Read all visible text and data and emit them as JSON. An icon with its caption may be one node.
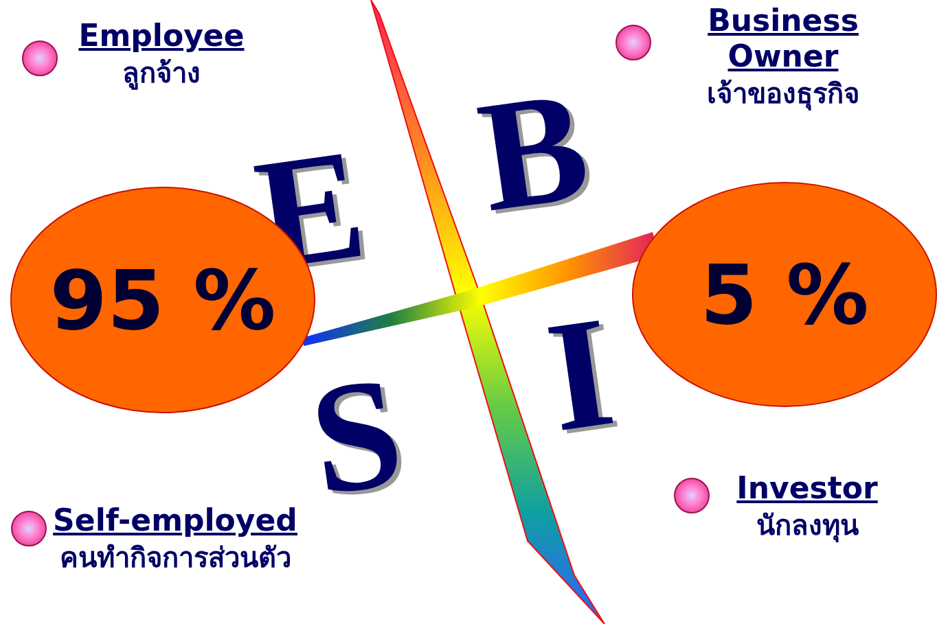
{
  "diagram": {
    "nodes": [
      {
        "text": [
          "95 %"
        ]
      },
      {
        "text": [
          "5 %"
        ]
      }
    ],
    "labels": [
      "Employee",
      "ลูกจ้าง",
      "Business Owner",
      "เจ้าของธุรกิจ",
      "E",
      "B",
      "S",
      "I",
      "Self-employed",
      "คนทำกิจการส่วนตัว",
      "Investor",
      "นักลงทุน"
    ]
  }
}
